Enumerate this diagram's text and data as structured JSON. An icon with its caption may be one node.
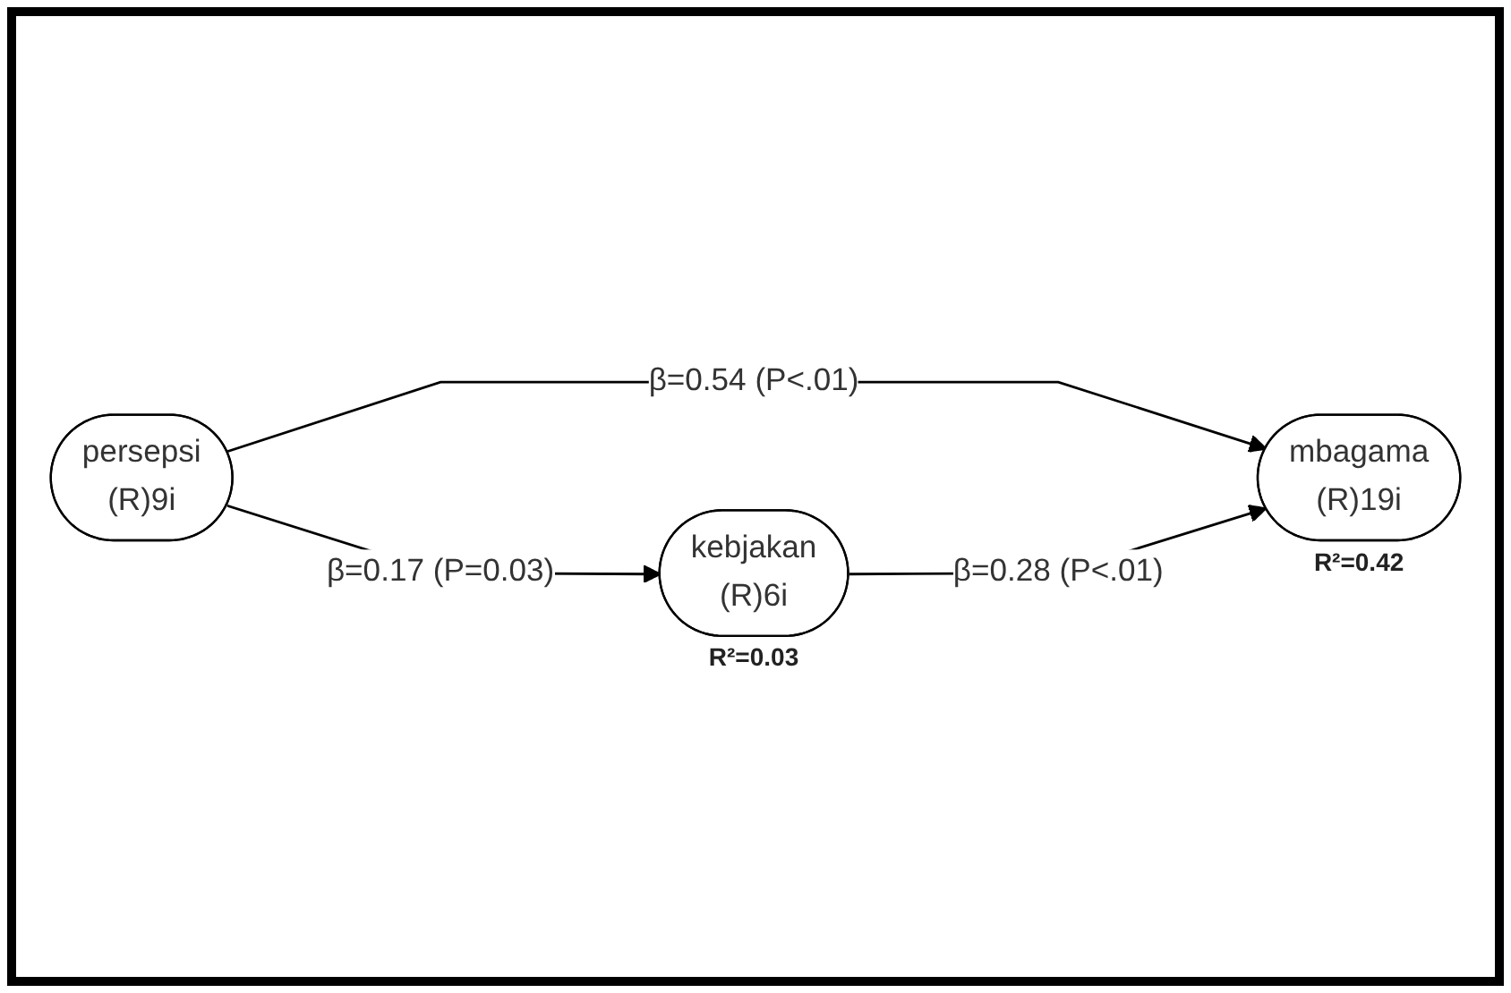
{
  "diagram": {
    "nodes": [
      {
        "text": [
          "persepsi",
          "(R)9i"
        ]
      },
      {
        "text": [
          "mbagama",
          "(R)19i"
        ],
        "beside": [
          "R²=0.42"
        ]
      },
      {
        "text": [
          "kebjakan",
          "(R)6i"
        ],
        "beside": [
          "R²=0.03"
        ]
      }
    ],
    "edges": [
      {
        "from": 0,
        "to": 1,
        "arrow": "to",
        "label": "β=0.54 (P<.01)"
      },
      {
        "from": 0,
        "to": 2,
        "arrow": "to",
        "label": "β=0.17 (P=0.03)"
      },
      {
        "from": 2,
        "to": 1,
        "arrow": "to",
        "label": "β=0.28 (P<.01)"
      }
    ]
  }
}
